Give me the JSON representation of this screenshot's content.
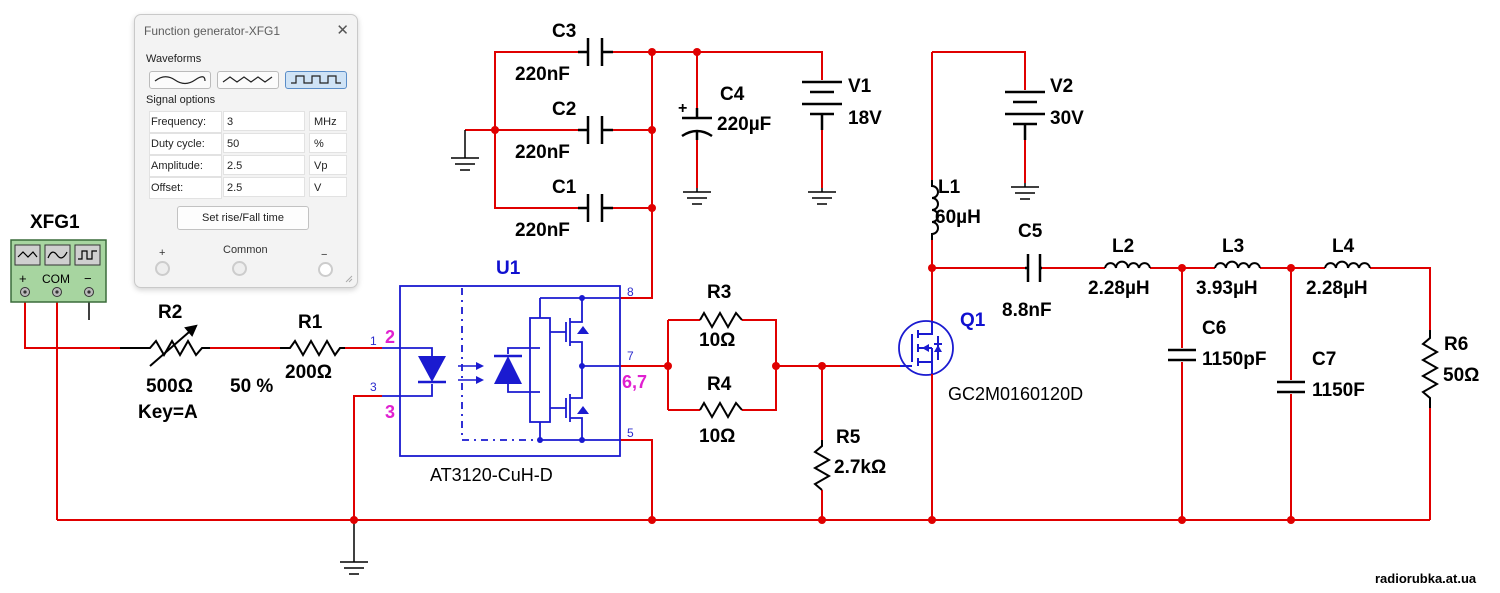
{
  "watermark": "radiorubka.at.ua",
  "colors": {
    "wire": "#e00000",
    "black": "#000000",
    "blue": "#1a1ad0",
    "pin_magenta": "#e020d0",
    "junction": "#e00000"
  },
  "function_generator": {
    "title": "Function generator-XFG1",
    "waveforms_label": "Waveforms",
    "waveform_selected": "square",
    "signal_options_label": "Signal options",
    "frequency": {
      "label": "Frequency:",
      "value": "3",
      "unit": "MHz"
    },
    "duty_cycle": {
      "label": "Duty cycle:",
      "value": "50",
      "unit": "%"
    },
    "amplitude": {
      "label": "Amplitude:",
      "value": "2.5",
      "unit": "Vp"
    },
    "offset": {
      "label": "Offset:",
      "value": "2.5",
      "unit": "V"
    },
    "rise_fall_button": "Set rise/Fall time",
    "plus_label": "+",
    "common_label": "Common",
    "minus_label": "−"
  },
  "xfg1": {
    "name": "XFG1",
    "plus": "+",
    "com": "COM",
    "minus": "−"
  },
  "components": {
    "c3": {
      "name": "C3",
      "value": "220nF"
    },
    "c2": {
      "name": "C2",
      "value": "220nF"
    },
    "c1": {
      "name": "C1",
      "value": "220nF"
    },
    "c4": {
      "name": "C4",
      "value": "220µF",
      "polarity": "+"
    },
    "v1": {
      "name": "V1",
      "value": "18V"
    },
    "v2": {
      "name": "V2",
      "value": "30V"
    },
    "l1": {
      "name": "L1",
      "value": "60µH"
    },
    "c5": {
      "name": "C5",
      "value": "8.8nF"
    },
    "l2": {
      "name": "L2",
      "value": "2.28µH"
    },
    "l3": {
      "name": "L3",
      "value": "3.93µH"
    },
    "l4": {
      "name": "L4",
      "value": "2.28µH"
    },
    "c6": {
      "name": "C6",
      "value": "1150pF"
    },
    "c7": {
      "name": "C7",
      "value": "1150F"
    },
    "r6": {
      "name": "R6",
      "value": "50Ω"
    },
    "q1": {
      "name": "Q1",
      "part": "GC2M0160120D"
    },
    "r2": {
      "name": "R2",
      "value": "500Ω",
      "key": "Key=A",
      "setting": "50 %"
    },
    "r1": {
      "name": "R1",
      "value": "200Ω"
    },
    "r3": {
      "name": "R3",
      "value": "10Ω"
    },
    "r4": {
      "name": "R4",
      "value": "10Ω"
    },
    "r5": {
      "name": "R5",
      "value": "2.7kΩ"
    },
    "u1": {
      "name": "U1",
      "part": "AT3120-CuH-D",
      "pins": {
        "p1": "1",
        "p2": "2",
        "p3": "3",
        "p3m": "3",
        "p5": "5",
        "p7": "7",
        "p8": "8",
        "p67": "6,7"
      }
    }
  }
}
